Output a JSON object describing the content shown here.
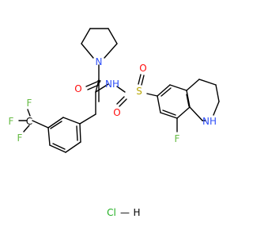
{
  "colors": {
    "carbon_bond": "#000000",
    "nitrogen": "#3050F8",
    "oxygen": "#FF0D0D",
    "sulfur": "#B8A600",
    "fluorine": "#66BB44",
    "chlorine": "#1FAF1F",
    "background": "#FFFFFF"
  },
  "labels": {
    "pyrrolidine_n": "N",
    "carbonyl_o": "O",
    "amide_nh": "NH",
    "sulfonyl_s": "S",
    "sulfonyl_o_top": "O",
    "sulfonyl_o_bottom": "O",
    "cf3_f_top": "F",
    "cf3_f_left": "F",
    "cf3_f_bottom": "F",
    "cf3_c": "C",
    "ring_f": "F",
    "ring_nh": "NH",
    "hcl_cl": "Cl",
    "hcl_dash": "—",
    "hcl_h": "H"
  }
}
